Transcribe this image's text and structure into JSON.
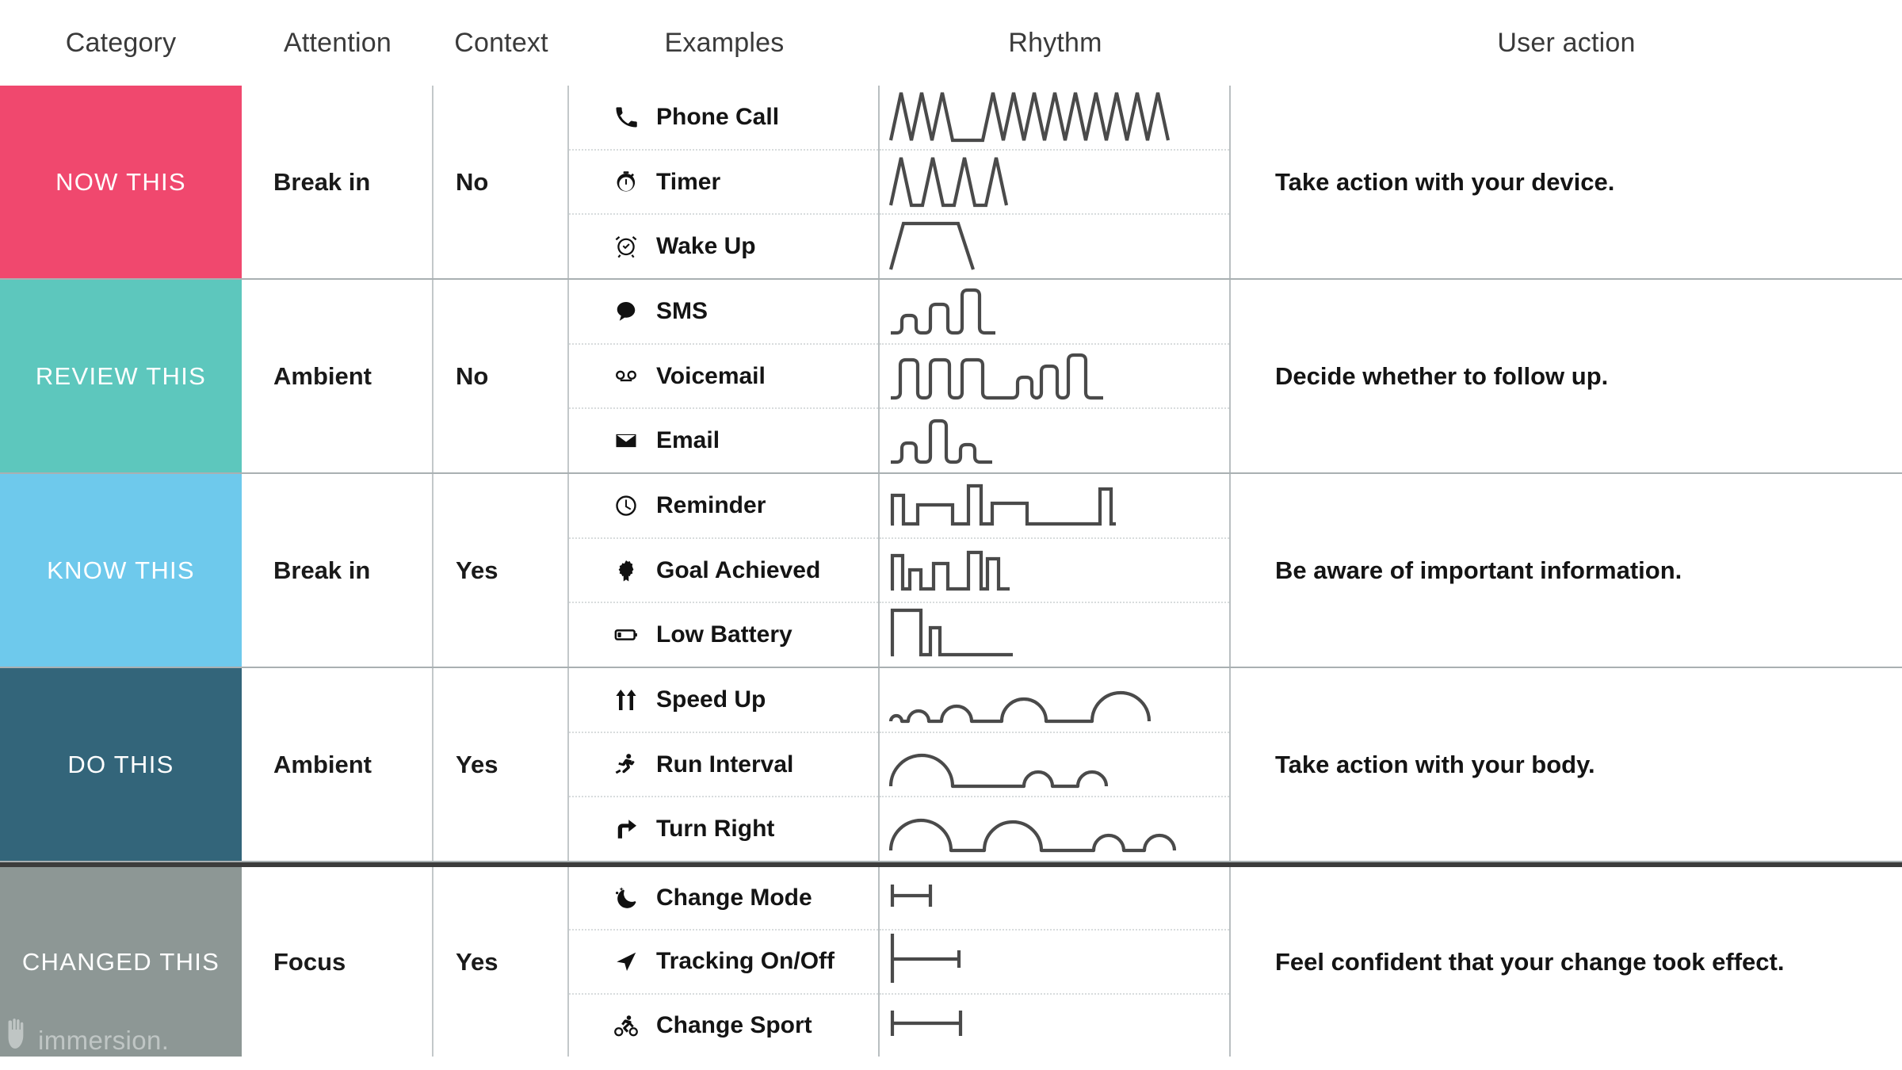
{
  "columns": [
    {
      "key": "category",
      "label": "Category"
    },
    {
      "key": "attention",
      "label": "Attention"
    },
    {
      "key": "context",
      "label": "Context"
    },
    {
      "key": "examples",
      "label": "Examples"
    },
    {
      "key": "rhythm",
      "label": "Rhythm"
    },
    {
      "key": "useraction",
      "label": "User action"
    }
  ],
  "brand": {
    "name": "immersion.",
    "icon": "immersion-hand-logo"
  },
  "colors": {
    "now_this": "#F0486E",
    "review_this": "#5DC7BD",
    "know_this": "#6EC9EC",
    "do_this": "#33657A",
    "changed_this": "#8D9795",
    "waveform_stroke": "#4a4a4a",
    "grid_line": "#bcc2c4",
    "thick_divider": "#3c3c3c",
    "header_text": "#3a3a3a",
    "category_text": "#ffffff"
  },
  "rows": [
    {
      "category": "NOW THIS",
      "color_key": "now_this",
      "attention": "Break in",
      "context": "No",
      "useraction": "Take action with your device.",
      "examples": [
        {
          "label": "Phone Call",
          "icon": "phone-icon",
          "rhythm": "sharp-zigzag-dense"
        },
        {
          "label": "Timer",
          "icon": "stopwatch-icon",
          "rhythm": "sharp-zigzag-four"
        },
        {
          "label": "Wake Up",
          "icon": "alarm-clock-icon",
          "rhythm": "trapezoid-single"
        }
      ]
    },
    {
      "category": "REVIEW THIS",
      "color_key": "review_this",
      "attention": "Ambient",
      "context": "No",
      "useraction": "Decide whether to follow up.",
      "examples": [
        {
          "label": "SMS",
          "icon": "chat-bubble-icon",
          "rhythm": "rounded-pulses-rising"
        },
        {
          "label": "Voicemail",
          "icon": "voicemail-icon",
          "rhythm": "rounded-pulses-long"
        },
        {
          "label": "Email",
          "icon": "envelope-icon",
          "rhythm": "rounded-pulses-mixed"
        }
      ]
    },
    {
      "category": "KNOW THIS",
      "color_key": "know_this",
      "attention": "Break in",
      "context": "Yes",
      "useraction": "Be aware of important information.",
      "examples": [
        {
          "label": "Reminder",
          "icon": "clock-icon",
          "rhythm": "square-wave-long"
        },
        {
          "label": "Goal Achieved",
          "icon": "award-icon",
          "rhythm": "square-wave-short"
        },
        {
          "label": "Low Battery",
          "icon": "battery-low-icon",
          "rhythm": "square-wave-two-pulse"
        }
      ]
    },
    {
      "category": "DO THIS",
      "color_key": "do_this",
      "attention": "Ambient",
      "context": "Yes",
      "useraction": "Take action with your body.",
      "examples": [
        {
          "label": "Speed Up",
          "icon": "double-up-arrow-icon",
          "rhythm": "arcs-growing"
        },
        {
          "label": "Run Interval",
          "icon": "runner-icon",
          "rhythm": "arcs-big-then-small"
        },
        {
          "label": "Turn Right",
          "icon": "turn-right-arrow-icon",
          "rhythm": "arcs-descending"
        }
      ]
    },
    {
      "category": "CHANGED THIS",
      "color_key": "changed_this",
      "attention": "Focus",
      "context": "Yes",
      "useraction": "Feel confident that your change took effect.",
      "thick_top_divider": true,
      "examples": [
        {
          "label": "Change Mode",
          "icon": "moon-stars-icon",
          "rhythm": "ibeam-short"
        },
        {
          "label": "Tracking On/Off",
          "icon": "navigation-icon",
          "rhythm": "ibeam-tall-left"
        },
        {
          "label": "Change Sport",
          "icon": "cyclist-icon",
          "rhythm": "ibeam-medium"
        }
      ]
    }
  ]
}
